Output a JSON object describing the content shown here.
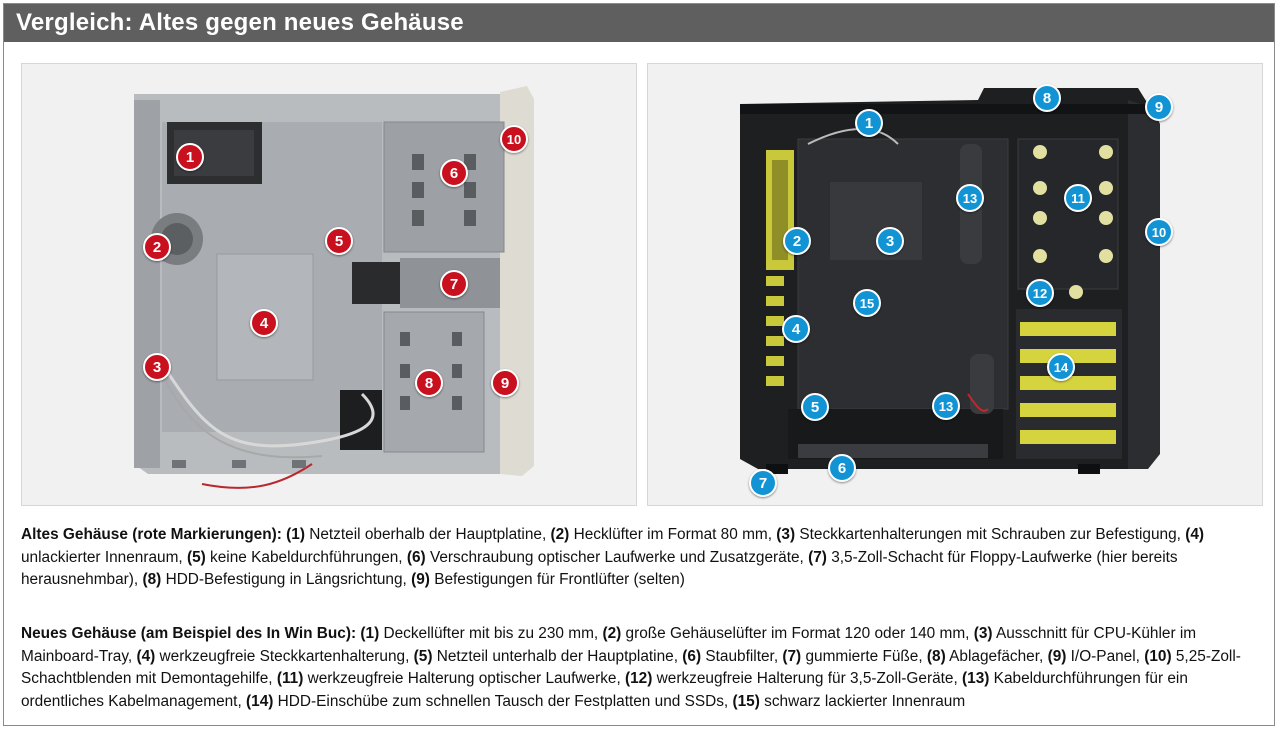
{
  "title": "Vergleich: Altes gegen neues Gehäuse",
  "colors": {
    "title_bar": "#5f5f5f",
    "marker_old": "#c8101e",
    "marker_new": "#1294d4"
  },
  "old_case": {
    "heading": "Altes Gehäuse (rote Markierungen):",
    "markers": [
      "1",
      "2",
      "3",
      "4",
      "5",
      "6",
      "7",
      "8",
      "9",
      "10"
    ],
    "items": [
      {
        "num": "(1)",
        "text": " Netzteil oberhalb der Hauptplatine, "
      },
      {
        "num": "(2)",
        "text": " Hecklüfter im Format 80 mm, "
      },
      {
        "num": "(3)",
        "text": " Steckkartenhalterungen mit Schrauben zur Befestigung, "
      },
      {
        "num": "(4)",
        "text": " unlackierter Innenraum, "
      },
      {
        "num": "(5)",
        "text": " keine Kabeldurchführungen, "
      },
      {
        "num": "(6)",
        "text": " Verschraubung optischer Laufwerke und Zusatzgeräte, "
      },
      {
        "num": "(7)",
        "text": " 3,5-Zoll-Schacht für Floppy-Laufwerke (hier bereits herausnehmbar), "
      },
      {
        "num": "(8)",
        "text": " HDD-Befestigung in Längsrichtung, "
      },
      {
        "num": "(9)",
        "text": " Befestigungen für Frontlüfter (selten)"
      }
    ]
  },
  "new_case": {
    "heading": "Neues Gehäuse (am Beispiel des In Win Buc):",
    "markers": [
      "1",
      "2",
      "3",
      "4",
      "5",
      "6",
      "7",
      "8",
      "9",
      "10",
      "11",
      "12",
      "13",
      "13",
      "14",
      "15"
    ],
    "items": [
      {
        "num": "(1)",
        "text": " Deckellüfter mit bis zu 230 mm, "
      },
      {
        "num": "(2)",
        "text": " große Gehäuselüfter im Format 120 oder 140 mm, "
      },
      {
        "num": "(3)",
        "text": " Ausschnitt für CPU-Kühler im Mainboard-Tray, "
      },
      {
        "num": "(4)",
        "text": " werkzeugfreie Steckkartenhalterung, "
      },
      {
        "num": "(5)",
        "text": " Netzteil unterhalb der Hauptplatine, "
      },
      {
        "num": "(6)",
        "text": " Staubfilter, "
      },
      {
        "num": "(7)",
        "text": " gummierte Füße, "
      },
      {
        "num": "(8)",
        "text": " Ablagefächer, "
      },
      {
        "num": "(9)",
        "text": " I/O-Panel, "
      },
      {
        "num": "(10)",
        "text": " 5,25-Zoll-Schachtblenden mit Demontagehilfe, "
      },
      {
        "num": "(11)",
        "text": " werkzeugfreie Halterung optischer Laufwerke, "
      },
      {
        "num": "(12)",
        "text": " werkzeugfreie Halterung für 3,5-Zoll-Geräte, "
      },
      {
        "num": "(13)",
        "text": " Kabeldurchführungen für ein ordentliches Kabelmanagement, "
      },
      {
        "num": "(14)",
        "text": " HDD-Einschübe zum schnellen Tausch der Festplatten und SSDs, "
      },
      {
        "num": "(15)",
        "text": " schwarz lackierter Innenraum"
      }
    ]
  }
}
